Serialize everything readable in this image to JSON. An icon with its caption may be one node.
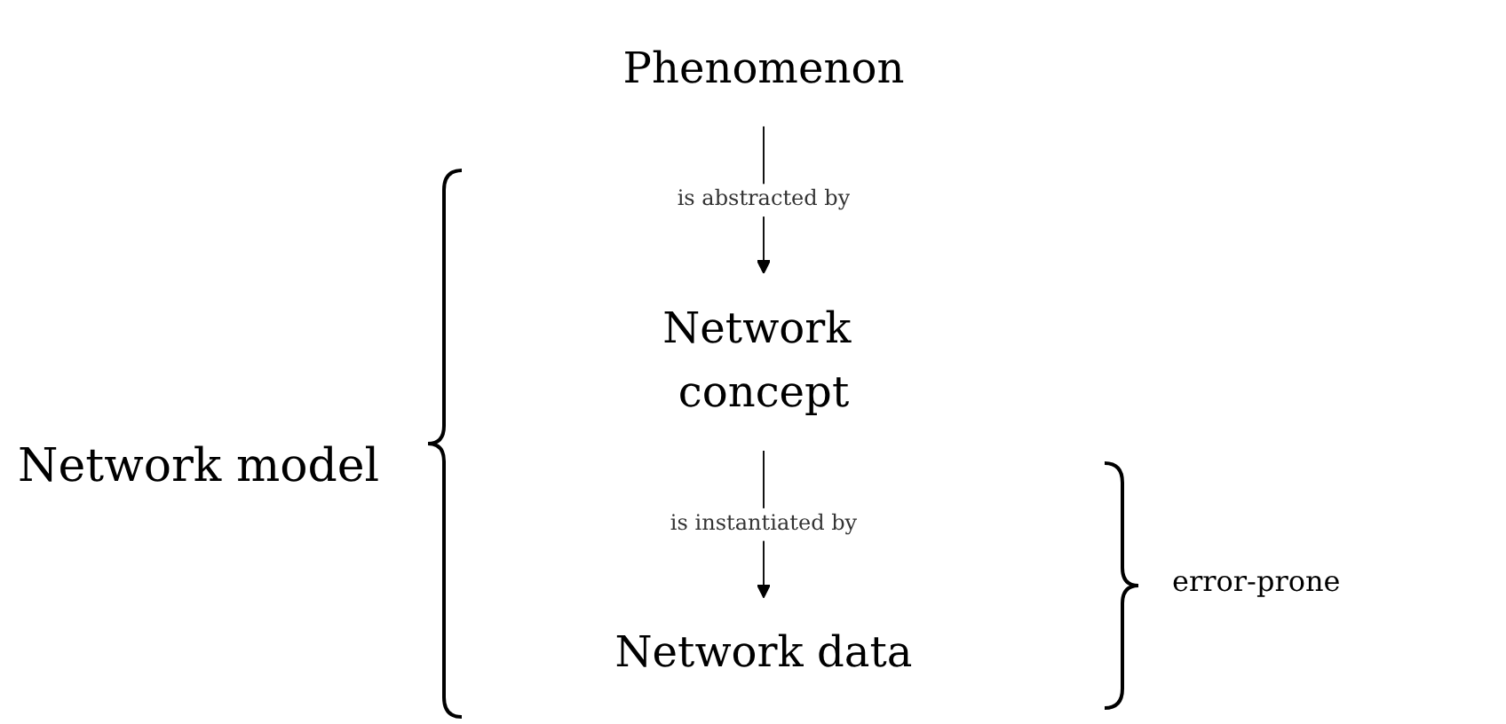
{
  "diagram": {
    "nodes": [
      {
        "text": [
          "Phenomenon"
        ]
      },
      {
        "text": [
          "Network concept"
        ]
      },
      {
        "text": [
          "Network data"
        ]
      }
    ],
    "edges": [
      {
        "from": 0,
        "to": 1,
        "arrow": "to",
        "label": "is abstracted by"
      },
      {
        "from": 1,
        "to": 2,
        "arrow": "to",
        "label": "is instantiated by"
      }
    ],
    "labels": [
      "Network model",
      "error-prone"
    ]
  }
}
